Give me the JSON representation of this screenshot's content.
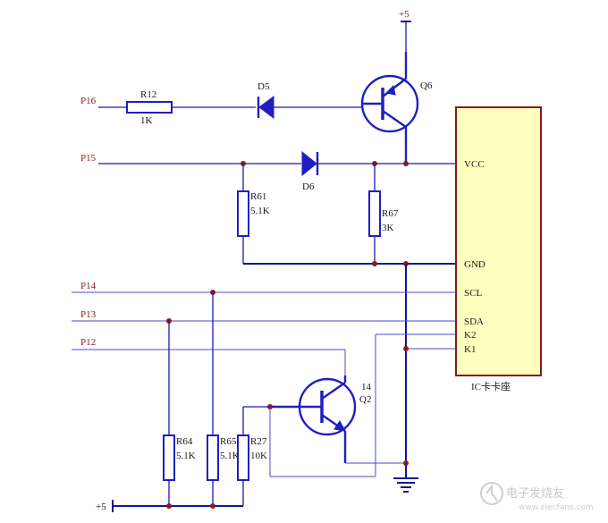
{
  "nets": {
    "p16": "P16",
    "p15": "P15",
    "p14": "P14",
    "p13": "P13",
    "p12": "P12",
    "vcc_top": "+5",
    "vcc_bottom": "+5"
  },
  "components": {
    "r12": {
      "ref": "R12",
      "value": "1K"
    },
    "d5": {
      "ref": "D5"
    },
    "d6": {
      "ref": "D6"
    },
    "q6": {
      "ref": "Q6"
    },
    "r61": {
      "ref": "R61",
      "value": "5.1K"
    },
    "r67": {
      "ref": "R67",
      "value": "3K"
    },
    "r64": {
      "ref": "R64",
      "value": "5.1K"
    },
    "r65": {
      "ref": "R65",
      "value": "5.1K"
    },
    "r27": {
      "ref": "R27",
      "value": "10K"
    },
    "q2": {
      "ref": "Q2",
      "pin": "14"
    }
  },
  "socket": {
    "label": "IC卡卡座",
    "pins": [
      "VCC",
      "GND",
      "SCL",
      "SDA",
      "K2",
      "K1"
    ]
  },
  "watermark": {
    "name": "电子发烧友",
    "url": "www.elecfans.com"
  },
  "colors": {
    "wire": "#1a1ab0",
    "component": "#1f1fc0",
    "junction": "#8b1a1a",
    "net_label": "#8b1a1a",
    "socket_fill": "#ffffc0",
    "socket_border": "#8b1a1a"
  }
}
